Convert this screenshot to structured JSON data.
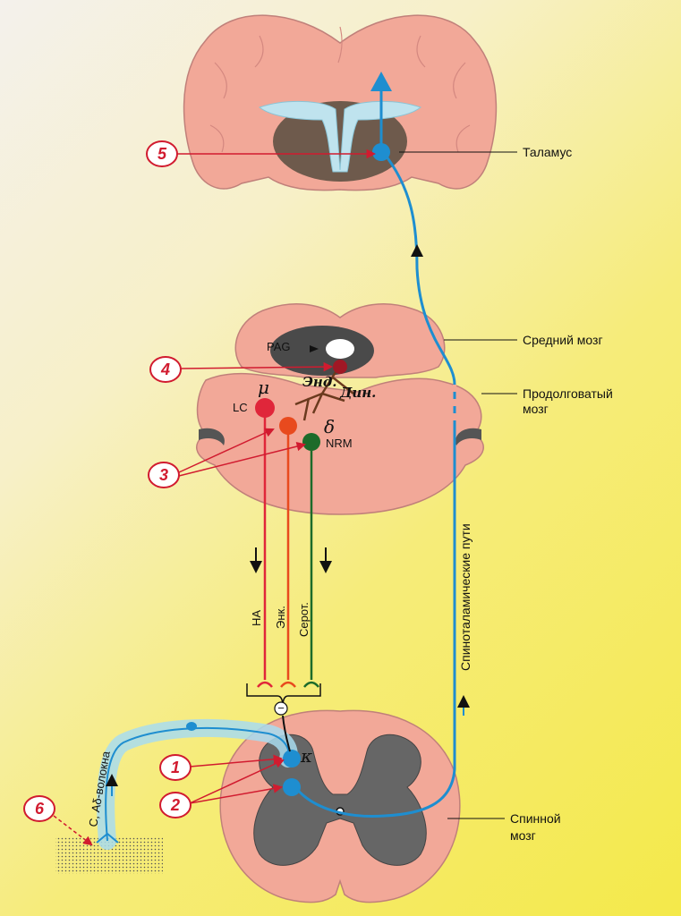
{
  "labels": {
    "thalamus": "Таламус",
    "midbrain": "Средний мозг",
    "medulla_line1": "Продолговатый",
    "medulla_line2": "мозг",
    "spinal_line1": "Спинной",
    "spinal_line2": "мозг",
    "pag": "PAG",
    "lc": "LC",
    "nrm": "NRM",
    "end": "Энд.",
    "din": "Дин.",
    "mu": "μ",
    "delta": "δ",
    "kappa": "κ",
    "na": "НА",
    "enk": "Энк.",
    "serot": "Серот.",
    "spinothalamic": "Спиноталамические пути",
    "fibers": "С, Аδ-волокна",
    "minus": "−"
  },
  "markers": [
    "1",
    "2",
    "3",
    "4",
    "5",
    "6"
  ],
  "colors": {
    "brain_tissue": "#f2a898",
    "grey_matter": "#6b6b6b",
    "pathway_blue": "#1e8ed0",
    "noradrenergic_red": "#e0263a",
    "enkephalin_orange": "#e84a1e",
    "serotonergic_green": "#1d6b2a",
    "marker_red": "#d11b2f"
  }
}
